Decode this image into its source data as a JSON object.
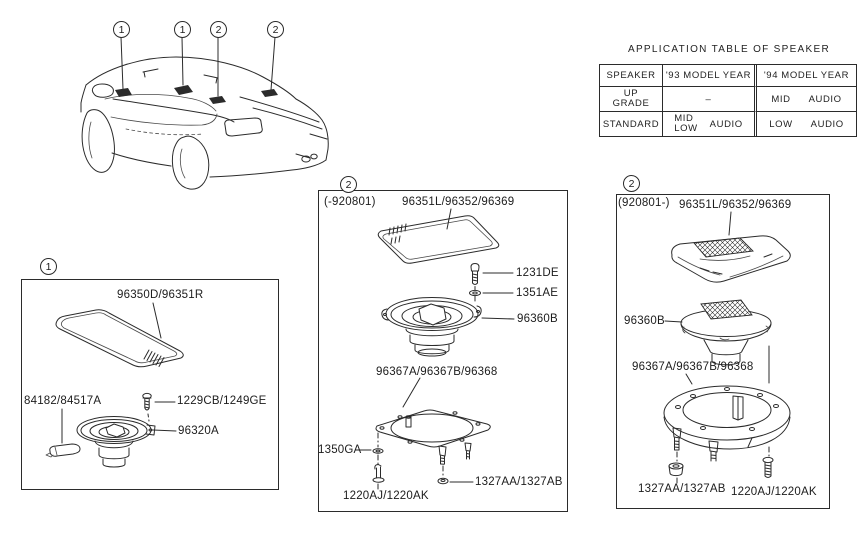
{
  "colors": {
    "ink": "#2b2b2b",
    "background": "#ffffff"
  },
  "car": {
    "callouts": [
      "1",
      "1",
      "2",
      "2"
    ]
  },
  "application_table": {
    "title": "APPLICATION TABLE OF SPEAKER",
    "headers": {
      "speaker": "SPEAKER",
      "year93": "'93 MODEL YEAR",
      "year94": "'94 MODEL YEAR"
    },
    "rows": {
      "upgrade": {
        "label": "UP GRADE",
        "year93": "–",
        "year94_left": "MID",
        "year94_right": "AUDIO"
      },
      "standard": {
        "label": "STANDARD",
        "year93_top": "MID",
        "year93_bottom": "LOW",
        "year93_right": "AUDIO",
        "year94_left": "LOW",
        "year94_right": "AUDIO"
      }
    }
  },
  "box1": {
    "callout": "1",
    "parts": {
      "grille_cover": "96350D/96351R",
      "clip": "84182/84517A",
      "screw": "1229CB/1249GE",
      "speaker": "96320A"
    }
  },
  "box2": {
    "callout": "2",
    "date_code": "(-920801)",
    "parts": {
      "grille": "96351L/96352/96369",
      "screw": "1231DE",
      "washer": "1351AE",
      "speaker": "96360B",
      "bracket": "96367A/96367B/96368",
      "grommet": "1350GA",
      "bolt": "1220AJ/1220AK",
      "nut": "1327AA/1327AB"
    }
  },
  "box3": {
    "callout": "2",
    "date_code": "(920801-)",
    "parts": {
      "grille": "96351L/96352/96369",
      "speaker": "96360B",
      "bracket": "96367A/96367B/96368",
      "nut": "1327AA/1327AB",
      "bolt": "1220AJ/1220AK"
    }
  }
}
